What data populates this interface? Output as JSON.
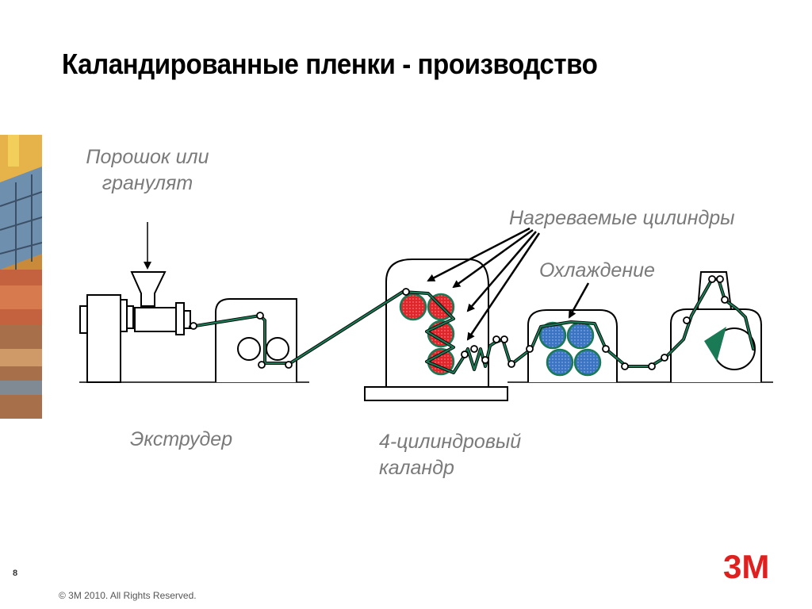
{
  "slide": {
    "title": "Каландированные пленки - производство",
    "page_number": "8",
    "copyright": "© 3M 2010.  All Rights Reserved.",
    "logo_text": "3M"
  },
  "labels": {
    "powder": "Порошок или\nгранулят",
    "heated_cylinders": "Нагреваемые цилиндры",
    "cooling": "Охлаждение",
    "extruder": "Экструдер",
    "calender": "4-цилиндровый\nкаландр"
  },
  "colors": {
    "film": "#1a7a55",
    "heated_roll": "#e0262a",
    "cooling_roll": "#3c74c4",
    "outline": "#000000",
    "label_text": "#7a7a7a",
    "logo_red": "#e0201f"
  }
}
